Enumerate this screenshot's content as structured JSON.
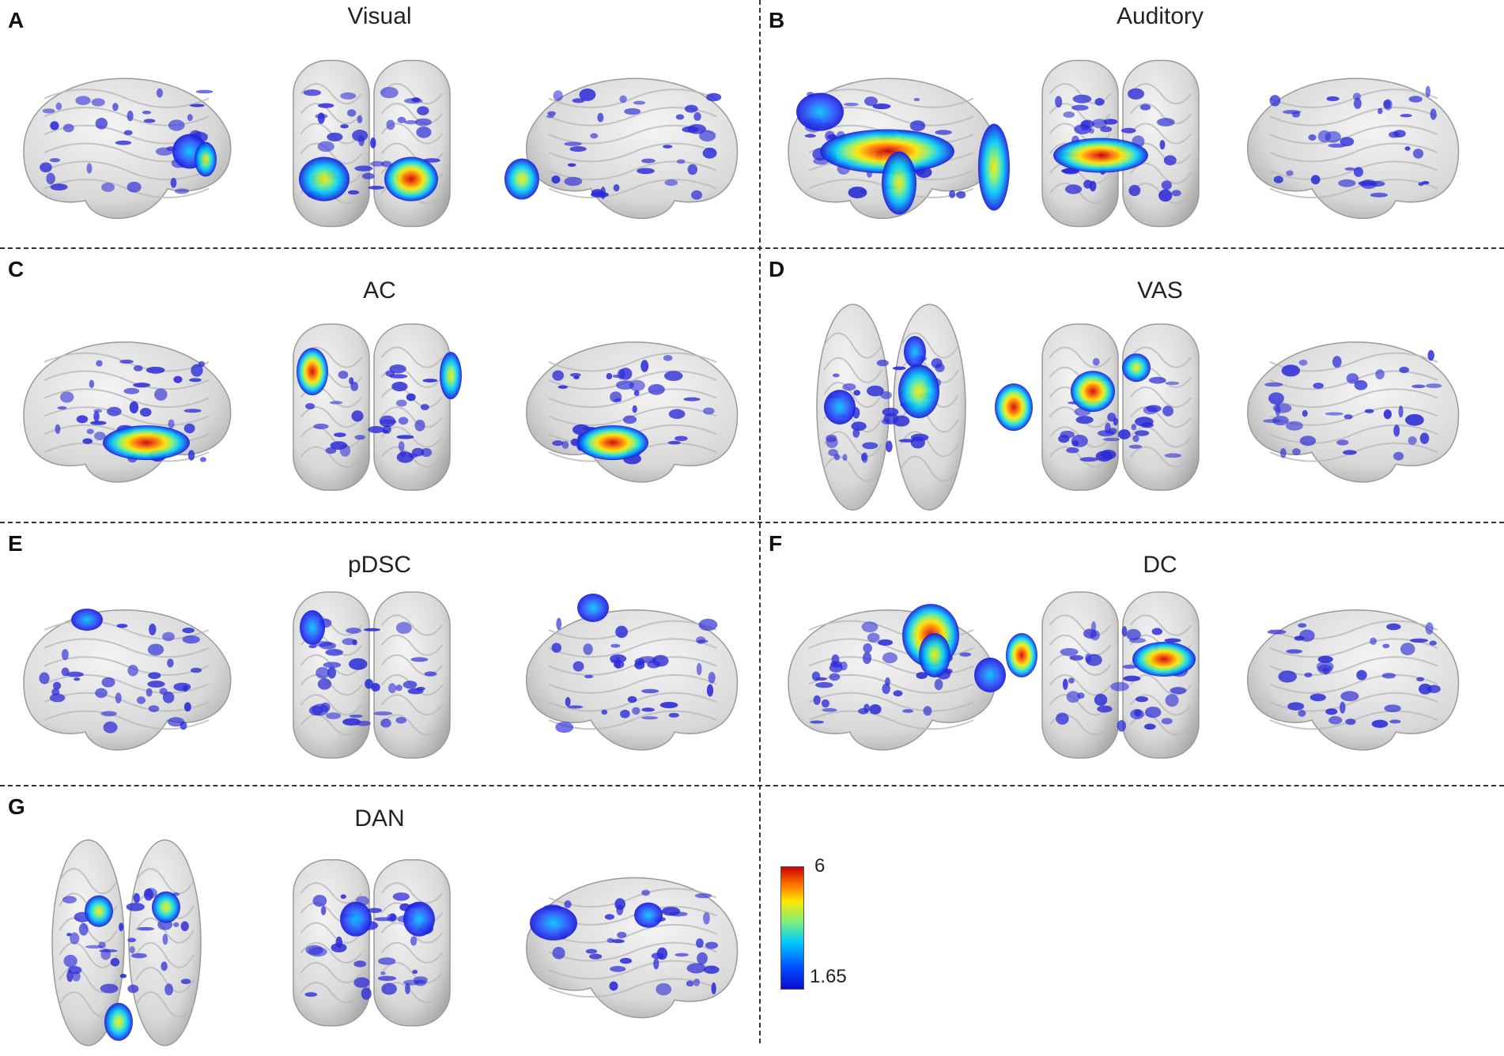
{
  "panels": [
    {
      "letter": "A",
      "title": "Visual"
    },
    {
      "letter": "B",
      "title": "Auditory"
    },
    {
      "letter": "C",
      "title": "AC"
    },
    {
      "letter": "D",
      "title": "VAS"
    },
    {
      "letter": "E",
      "title": "pDSC"
    },
    {
      "letter": "F",
      "title": "DC"
    },
    {
      "letter": "G",
      "title": "DAN"
    }
  ],
  "colorbar": {
    "max_label": "6",
    "min_label": "1.65",
    "colors": [
      "#0a0ad0",
      "#00c8ff",
      "#7cf07c",
      "#ffe600",
      "#ff7000",
      "#c80000"
    ]
  }
}
